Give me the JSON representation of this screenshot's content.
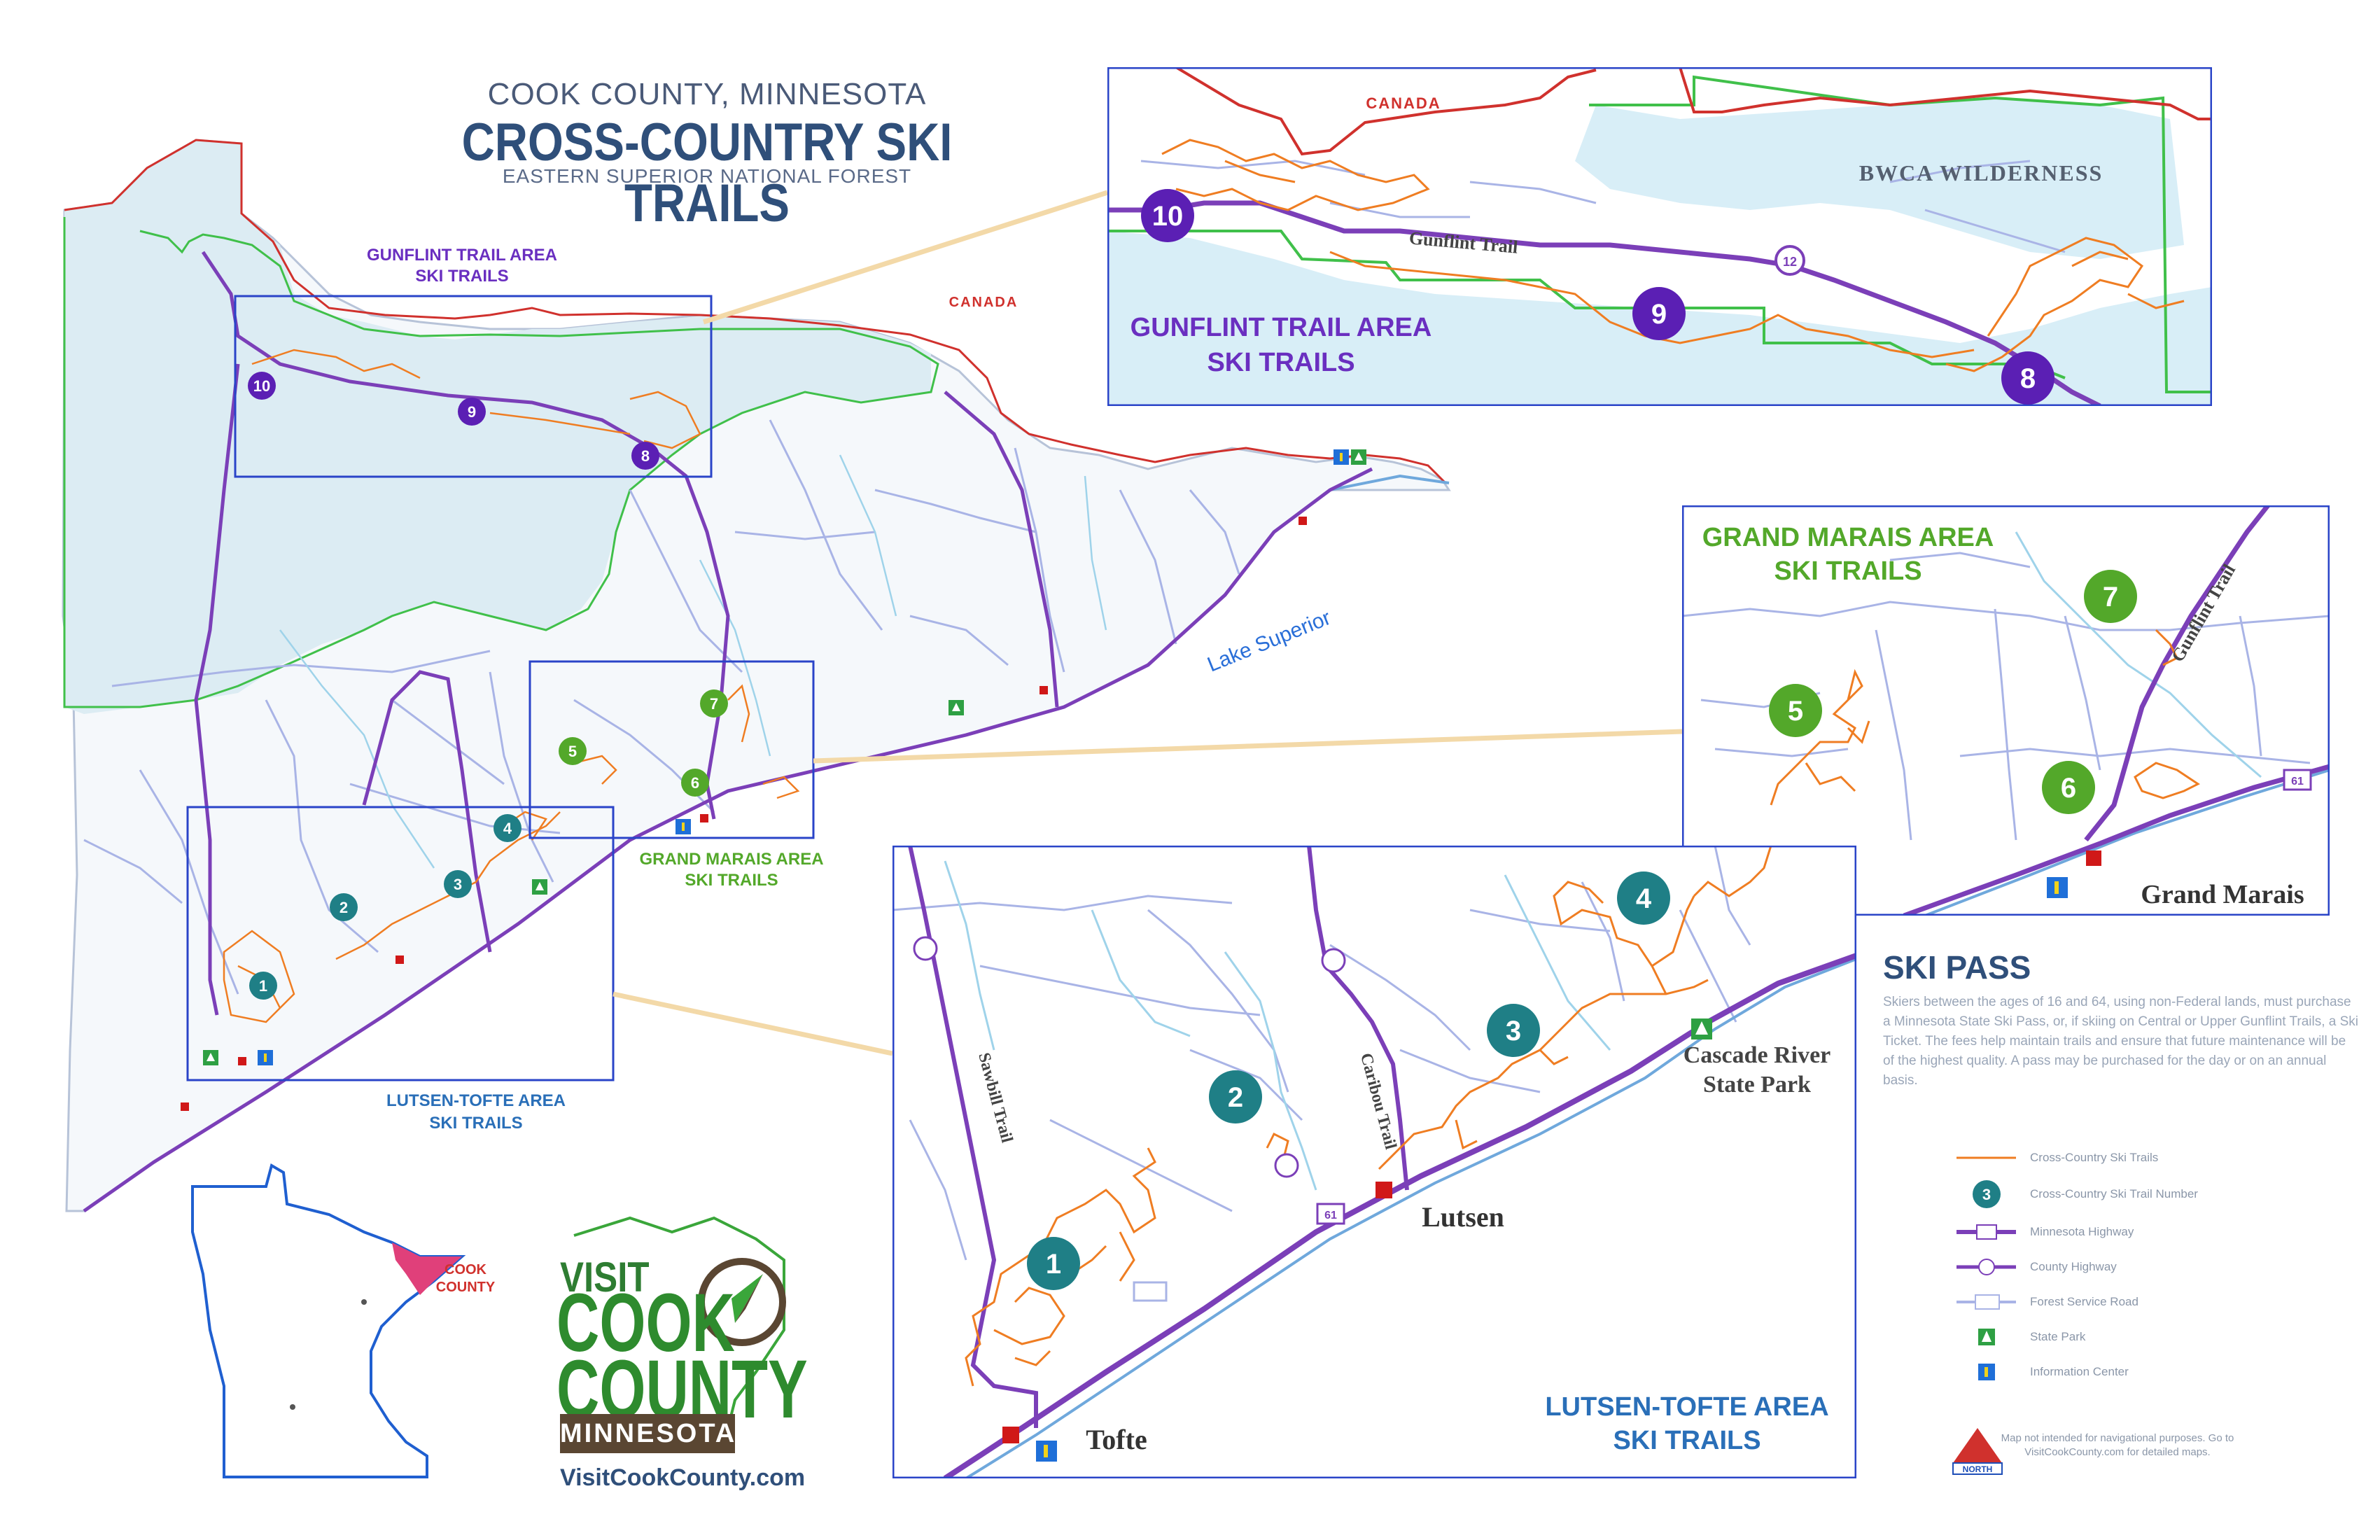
{
  "header": {
    "county": "COOK COUNTY, MINNESOTA",
    "title": "CROSS-COUNTRY SKI TRAILS",
    "subtitle": "EASTERN SUPERIOR NATIONAL FOREST"
  },
  "labels": {
    "canada": "CANADA",
    "bwca": "BWCA WILDERNESS",
    "lake_superior": "Lake Superior",
    "gunflint_trail": "Gunflint Trail",
    "gunflint_area_line1": "GUNFLINT TRAIL AREA",
    "gunflint_area_line2": "SKI TRAILS",
    "grand_marais_area_line1": "GRAND MARAIS AREA",
    "grand_marais_area_line2": "SKI TRAILS",
    "lutsen_area_line1": "LUTSEN-TOFTE AREA",
    "lutsen_area_line2": "SKI TRAILS",
    "grand_marais": "Grand Marais",
    "lutsen": "Lutsen",
    "tofte": "Tofte",
    "cascade": "Cascade River",
    "cascade2": "State Park",
    "sawbill_trail": "Sawbill Trail",
    "caribou_trail": "Caribou Trail",
    "cook_county_inset": "COOK",
    "cook_county_inset2": "COUNTY",
    "hwy_61": "61",
    "hwy_12": "12"
  },
  "trail_numbers": [
    "1",
    "2",
    "3",
    "4",
    "5",
    "6",
    "7",
    "8",
    "9",
    "10"
  ],
  "ski_pass": {
    "title": "SKI PASS",
    "text": "Skiers between the ages of 16 and 64, using non-Federal lands, must purchase a Minnesota State Ski Pass, or, if skiing on Central or Upper Gunflint Trails, a Ski Ticket. The fees help maintain trails and ensure that future maintenance will be of the highest quality. A pass may be purchased for the day or on an annual basis."
  },
  "legend": [
    {
      "label": "Cross-Country Ski Trails",
      "icon": "orange-trail-line"
    },
    {
      "label": "Cross-Country Ski Trail Number",
      "icon": "teal-number-circle",
      "sample": "3"
    },
    {
      "label": "Minnesota Highway",
      "icon": "purple-highway-line"
    },
    {
      "label": "County Highway",
      "icon": "purple-county-line"
    },
    {
      "label": "Forest Service Road",
      "icon": "lavender-road-line"
    },
    {
      "label": "State Park",
      "icon": "tree-icon"
    },
    {
      "label": "Information Center",
      "icon": "info-icon"
    }
  ],
  "branding": {
    "visit": "VISIT",
    "cook": "COOK",
    "county": "COUNTY",
    "minnesota": "MINNESOTA",
    "url": "VisitCookCounty.com"
  },
  "credit": "Map not intended for navigational purposes. Go to VisitCookCounty.com for detailed maps.",
  "north": "NORTH",
  "colors": {
    "trail": "#ef7d22",
    "highway": "#7b3fb8",
    "road": "#a9b4e6",
    "water": "#d8eef7",
    "border_canada": "#d0312d",
    "bwca": "#40c04a",
    "inset_frame": "#2a44c8",
    "teal_marker": "#1f7f86",
    "purple_marker": "#5b1fb4",
    "green_marker": "#53a82a",
    "leader": "#f3d9a8"
  }
}
